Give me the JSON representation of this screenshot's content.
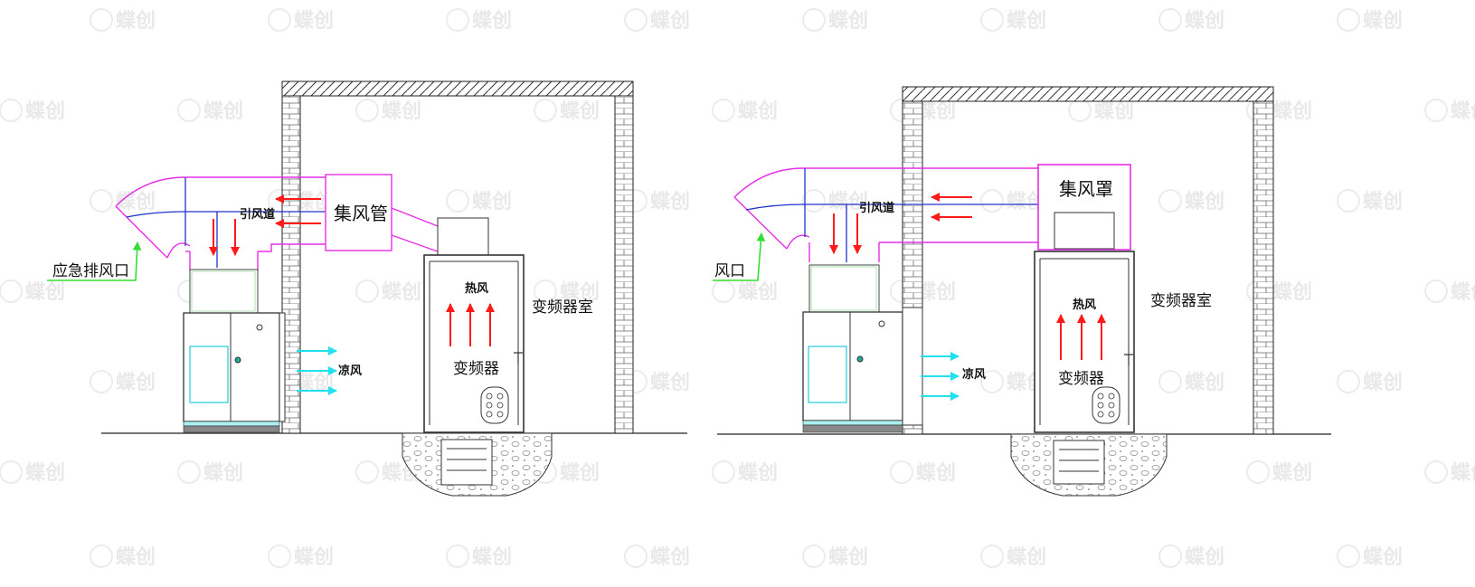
{
  "watermark": "蝶创",
  "colors": {
    "duct": "#e62ee6",
    "inner_duct": "#2233cc",
    "hot_arrow": "#ff1a1a",
    "cool_arrow": "#22e0f0",
    "pointer": "#33dd33",
    "wall": "#222222",
    "outline": "#222222"
  },
  "left": {
    "collector": "集风管",
    "induced_duct": "引风道",
    "outlet_label": "应急排风口",
    "hot_air": "热风",
    "inverter": "变频器",
    "room": "变频器室",
    "cool_air": "凉风"
  },
  "right": {
    "collector": "集风罩",
    "induced_duct": "引风道",
    "outlet_label": "风口",
    "hot_air": "热风",
    "inverter": "变频器",
    "room": "变频器室",
    "cool_air": "凉风"
  }
}
